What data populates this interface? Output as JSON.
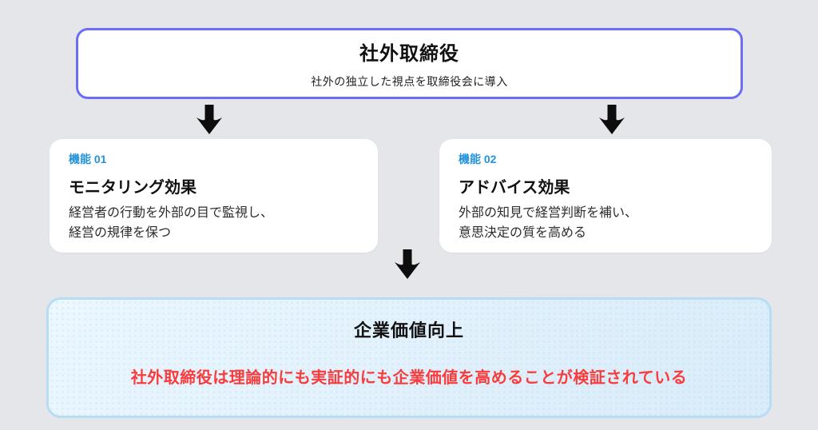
{
  "colors": {
    "page_background": "#e5e6ea",
    "header_border_purple": "#6c6cf5",
    "badge_blue": "#2492db",
    "statement_red": "#f93b3b",
    "result_fill_blue": "#e3f1fb",
    "result_border_blue": "#b7dcf3",
    "arrow_black": "#0d0d0d"
  },
  "icons": {
    "down_arrow": "⬇"
  },
  "header": {
    "title": "社外取締役",
    "subtitle": "社外の独立した視点を取締役会に導入"
  },
  "functions": [
    {
      "badge": "機能 01",
      "title": "モニタリング効果",
      "description": "経営者の行動を外部の目で監視し、\n経営の規律を保つ"
    },
    {
      "badge": "機能 02",
      "title": "アドバイス効果",
      "description": "外部の知見で経営判断を補い、\n意思決定の質を高める"
    }
  ],
  "result": {
    "title": "企業価値向上",
    "statement": "社外取締役は理論的にも実証的にも企業価値を高めることが検証されている"
  }
}
